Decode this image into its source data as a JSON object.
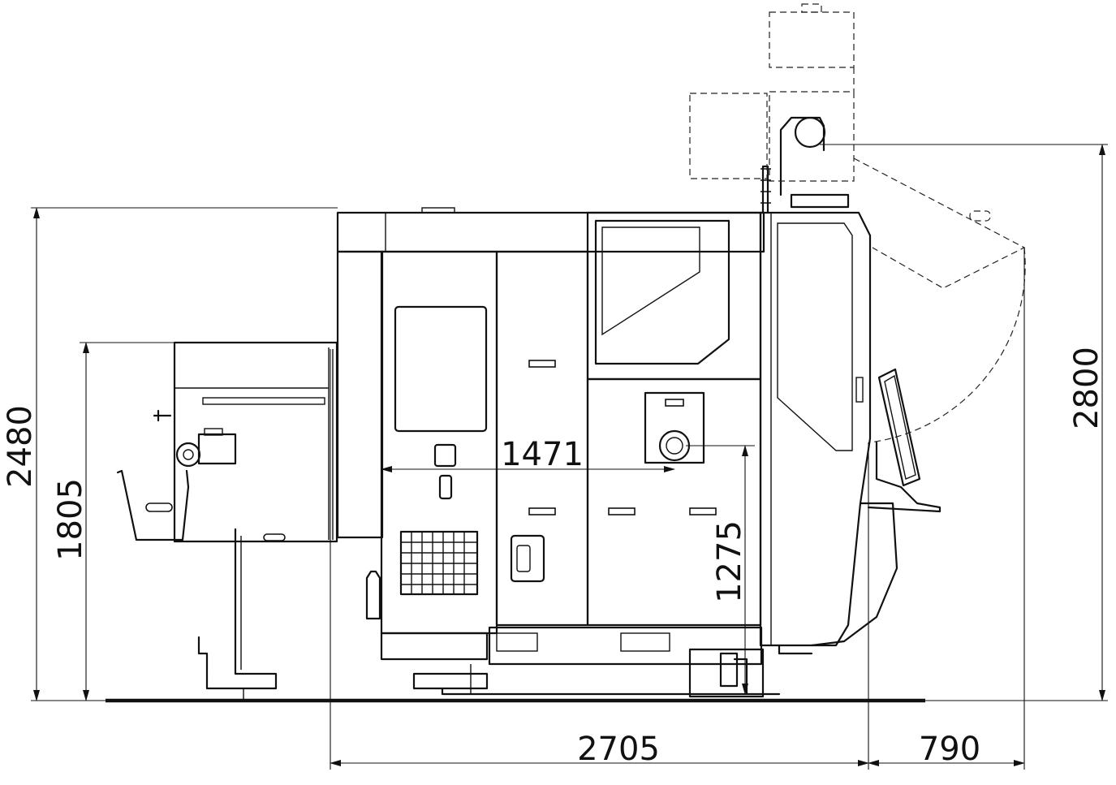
{
  "dimensions": {
    "overall_height": "2480",
    "bar_feeder_height": "1805",
    "spindle_height": "1275",
    "spindle_depth": "1471",
    "max_height_open": "2800",
    "overall_length": "2705",
    "door_clearance": "790"
  }
}
